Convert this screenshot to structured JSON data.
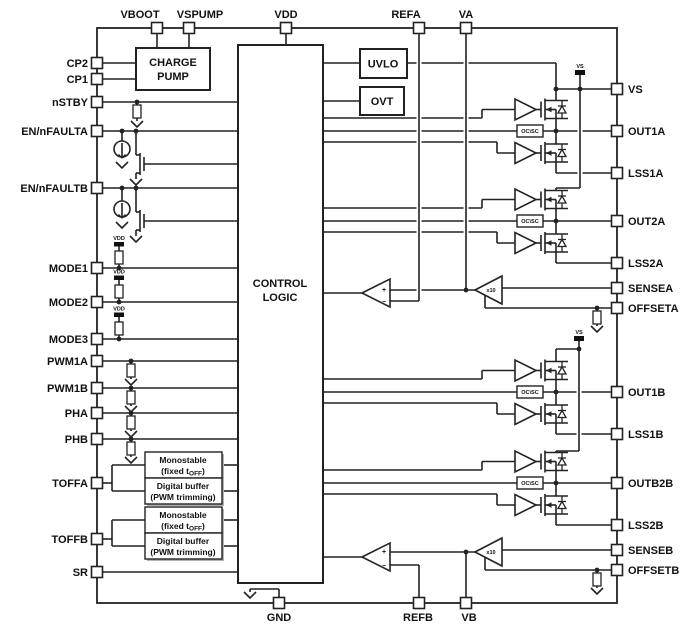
{
  "diagram": {
    "pins": {
      "top": [
        {
          "label": "VBOOT"
        },
        {
          "label": "VSPUMP"
        },
        {
          "label": "VDD"
        },
        {
          "label": "REFA"
        },
        {
          "label": "VA"
        }
      ],
      "left": [
        {
          "label": "CP2"
        },
        {
          "label": "CP1"
        },
        {
          "label": "nSTBY"
        },
        {
          "label": "EN/nFAULTA"
        },
        {
          "label": "EN/nFAULTB"
        },
        {
          "label": "MODE1"
        },
        {
          "label": "MODE2"
        },
        {
          "label": "MODE3"
        },
        {
          "label": "PWM1A"
        },
        {
          "label": "PWM1B"
        },
        {
          "label": "PHA"
        },
        {
          "label": "PHB"
        },
        {
          "label": "TOFFA"
        },
        {
          "label": "TOFFB"
        },
        {
          "label": "SR"
        }
      ],
      "right": [
        {
          "label": "VS"
        },
        {
          "label": "OUT1A"
        },
        {
          "label": "LSS1A"
        },
        {
          "label": "OUT2A"
        },
        {
          "label": "LSS2A"
        },
        {
          "label": "SENSEA"
        },
        {
          "label": "OFFSETA"
        },
        {
          "label": "OUT1B"
        },
        {
          "label": "LSS1B"
        },
        {
          "label": "OUTB2B"
        },
        {
          "label": "LSS2B"
        },
        {
          "label": "SENSEB"
        },
        {
          "label": "OFFSETB"
        }
      ],
      "bottom": [
        {
          "label": "GND"
        },
        {
          "label": "REFB"
        },
        {
          "label": "VB"
        }
      ]
    },
    "blocks": {
      "charge_pump_line1": "CHARGE",
      "charge_pump_line2": "PUMP",
      "uvlo": "UVLO",
      "ovt": "OVT",
      "control_logic_line1": "CONTROL",
      "control_logic_line2": "LOGIC",
      "monostable_line1": "Monostable",
      "monostable_line2_pre": "(fixed t",
      "monostable_line2_sub": "OFF",
      "monostable_line2_post": ")",
      "digital_buffer_line1": "Digital buffer",
      "digital_buffer_line2": "(PWM trimming)",
      "oc_sc": "OC\\SC",
      "gain": "x10",
      "plus": "+",
      "minus": "−",
      "vdd_flag": "VDD",
      "vs_flag": "VS"
    }
  }
}
